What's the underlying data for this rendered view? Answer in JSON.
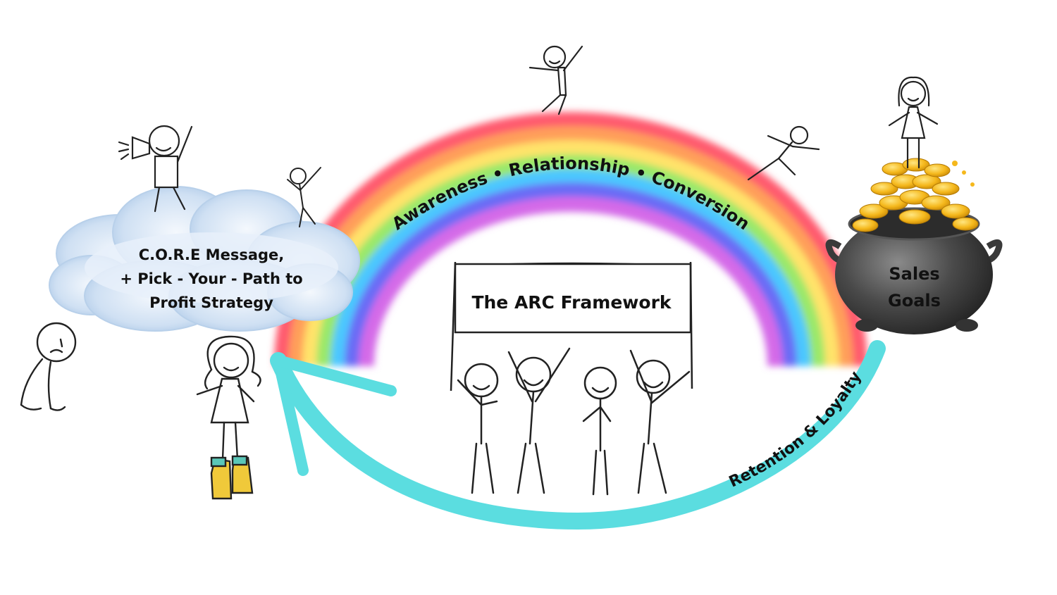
{
  "rainbow": {
    "arc_label": "Awareness •  Relationship • Conversion",
    "colors": [
      "#ff5a6e",
      "#ff9f5a",
      "#ffe36a",
      "#9ae86a",
      "#4cc7ff",
      "#6a6cf5",
      "#d46ae8"
    ]
  },
  "cloud": {
    "line1": "C.O.R.E Message,",
    "line2": "+ Pick - Your -  Path to",
    "line3": "Profit Strategy"
  },
  "banner": {
    "title": "The ARC Framework"
  },
  "pot": {
    "line1": "Sales",
    "line2": "Goals"
  },
  "return_arrow": {
    "label": "Retention & Loyalty",
    "color": "#5bdde0"
  },
  "figures": [
    "megaphone-stick-figure-icon",
    "pointing-stick-figure-icon",
    "jumping-stick-figure-icon",
    "leaping-stick-figure-icon",
    "girl-on-pot-stick-figure-icon",
    "sad-stick-figure-icon",
    "girl-with-sneakers-stick-figure-icon",
    "banner-team-stick-figures-icon"
  ]
}
